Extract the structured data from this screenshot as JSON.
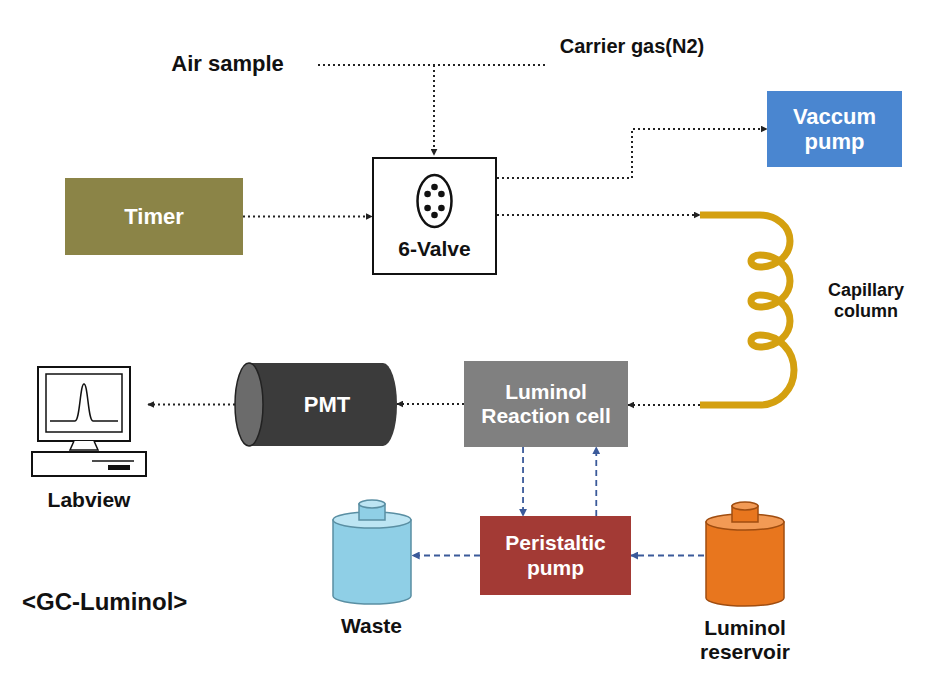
{
  "diagram": {
    "title": "<GC-Luminol>",
    "nodes": [
      {
        "text": [
          "Timer"
        ]
      },
      {
        "text": [
          "6-Valve"
        ]
      },
      {
        "text": [
          "Vaccum pump"
        ]
      },
      {
        "text": [
          "Capillary column"
        ]
      },
      {
        "text": [
          "Luminol Reaction cell"
        ]
      },
      {
        "text": [
          "PMT"
        ]
      },
      {
        "text": [
          "Labview"
        ]
      },
      {
        "text": [
          "Peristaltic pump"
        ]
      },
      {
        "text": [
          "Waste"
        ]
      },
      {
        "text": [
          "Luminol reservoir"
        ]
      }
    ],
    "edges": [
      {
        "from": 0,
        "to": 1,
        "arrow": "to"
      },
      {
        "from": 1,
        "to": 2,
        "arrow": "to"
      },
      {
        "from": 1,
        "to": 3,
        "arrow": "to"
      },
      {
        "from": 3,
        "to": 4,
        "arrow": "to"
      },
      {
        "from": 4,
        "to": 5,
        "arrow": "to"
      },
      {
        "from": 5,
        "to": 6,
        "arrow": "to"
      },
      {
        "from": 9,
        "to": 7,
        "arrow": "to"
      },
      {
        "from": 7,
        "to": 4,
        "arrow": "to"
      },
      {
        "from": 4,
        "to": 7,
        "arrow": "to"
      },
      {
        "from": 7,
        "to": 8,
        "arrow": "to"
      }
    ],
    "labels": [
      "Air sample",
      "Carrier gas(N2)"
    ]
  }
}
